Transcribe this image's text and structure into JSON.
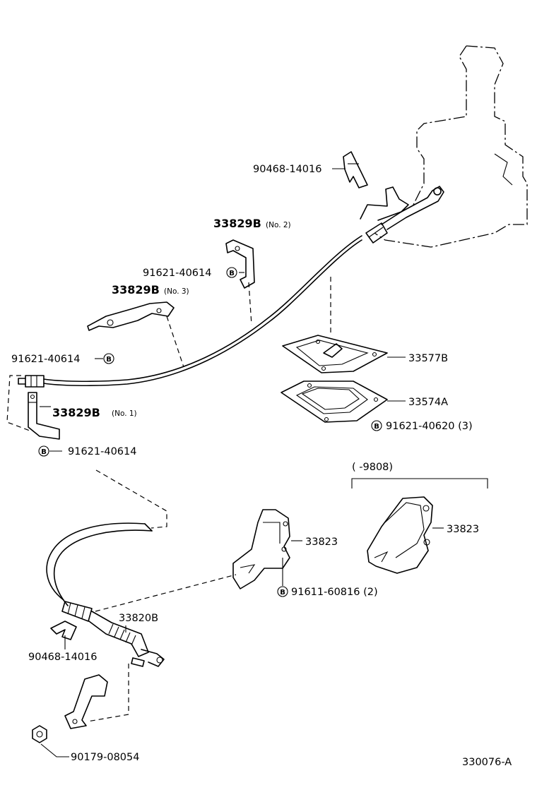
{
  "callouts": {
    "clip_top": "90468-14016",
    "bracket_no2": "33829B",
    "bracket_no2_note": "(No. 2)",
    "bolt_no2": "91621-40614",
    "bracket_no3": "33829B",
    "bracket_no3_note": "(No. 3)",
    "bolt_no3": "91621-40614",
    "bracket_no1": "33829B",
    "bracket_no1_note": "(No. 1)",
    "bolt_no1": "91621-40614",
    "retainer": "33577B",
    "gasket": "33574A",
    "bolt_gasket": "91621-40620 (3)",
    "range_note": "(        -9808)",
    "bracket_lever": "33823",
    "bracket_lever_alt": "33823",
    "bolt_lever": "91611-60816 (2)",
    "cable": "33820B",
    "clip_bottom": "90468-14016",
    "nut": "90179-08054"
  },
  "badge_letter": "B",
  "illustration_id": "330076-A",
  "icons": [
    "bolt-b-icon"
  ]
}
